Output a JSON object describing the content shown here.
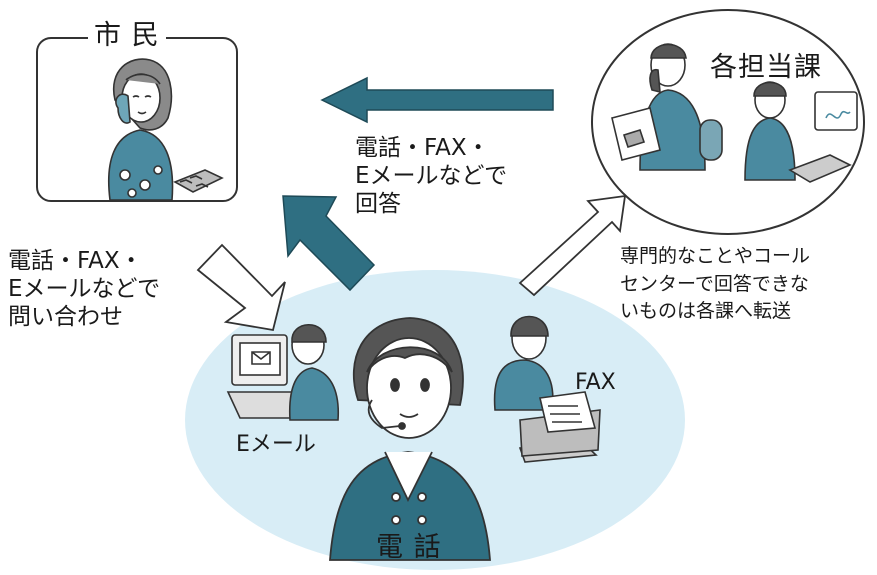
{
  "citizen": {
    "title": "市 民"
  },
  "departments": {
    "title": "各担当課"
  },
  "center": {
    "title": "電 話"
  },
  "channels": {
    "email": "Eメール",
    "fax": "FAX"
  },
  "arrows": {
    "inquiry": [
      "電話・FAX・",
      "Eメールなどで",
      "問い合わせ"
    ],
    "answer": [
      "電話・FAX・",
      "Eメールなどで",
      "回答"
    ],
    "transfer": [
      "専門的なことやコール",
      "センターで回答できな",
      "いものは各課へ転送"
    ]
  },
  "colors": {
    "accent": "#2f6f82",
    "center_bg": "#d8edf6",
    "outline": "#333333"
  }
}
